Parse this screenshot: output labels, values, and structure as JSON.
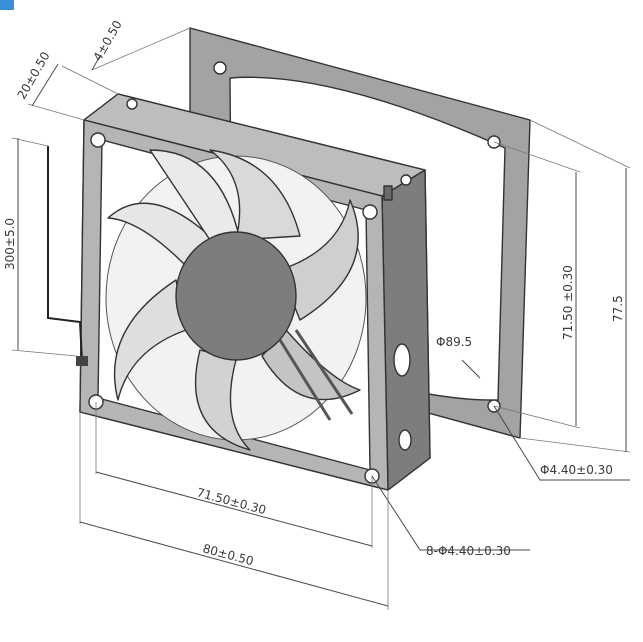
{
  "dimensions": {
    "thickness": "20±0.50",
    "flange": "4±0.50",
    "cable_length": "300±5.0",
    "hole_pitch_vertical": "71.50 ±0.30",
    "overall_height": "77.5",
    "inner_diameter": "Φ89.5",
    "hole_diameter_guard": "Φ4.40±0.30",
    "hole_pitch_horizontal": "71.50±0.30",
    "overall_width": "80±0.50",
    "hole_count_diameter": "8-Φ4.40±0.30"
  },
  "colors": {
    "frame": "#8e8e8e",
    "frame_face": "#b5b5b5",
    "blade": "#d9d9d9",
    "hub": "#7d7d7d",
    "gasket": "#a3a3a3",
    "accent_corner": "#3b8fd9"
  }
}
